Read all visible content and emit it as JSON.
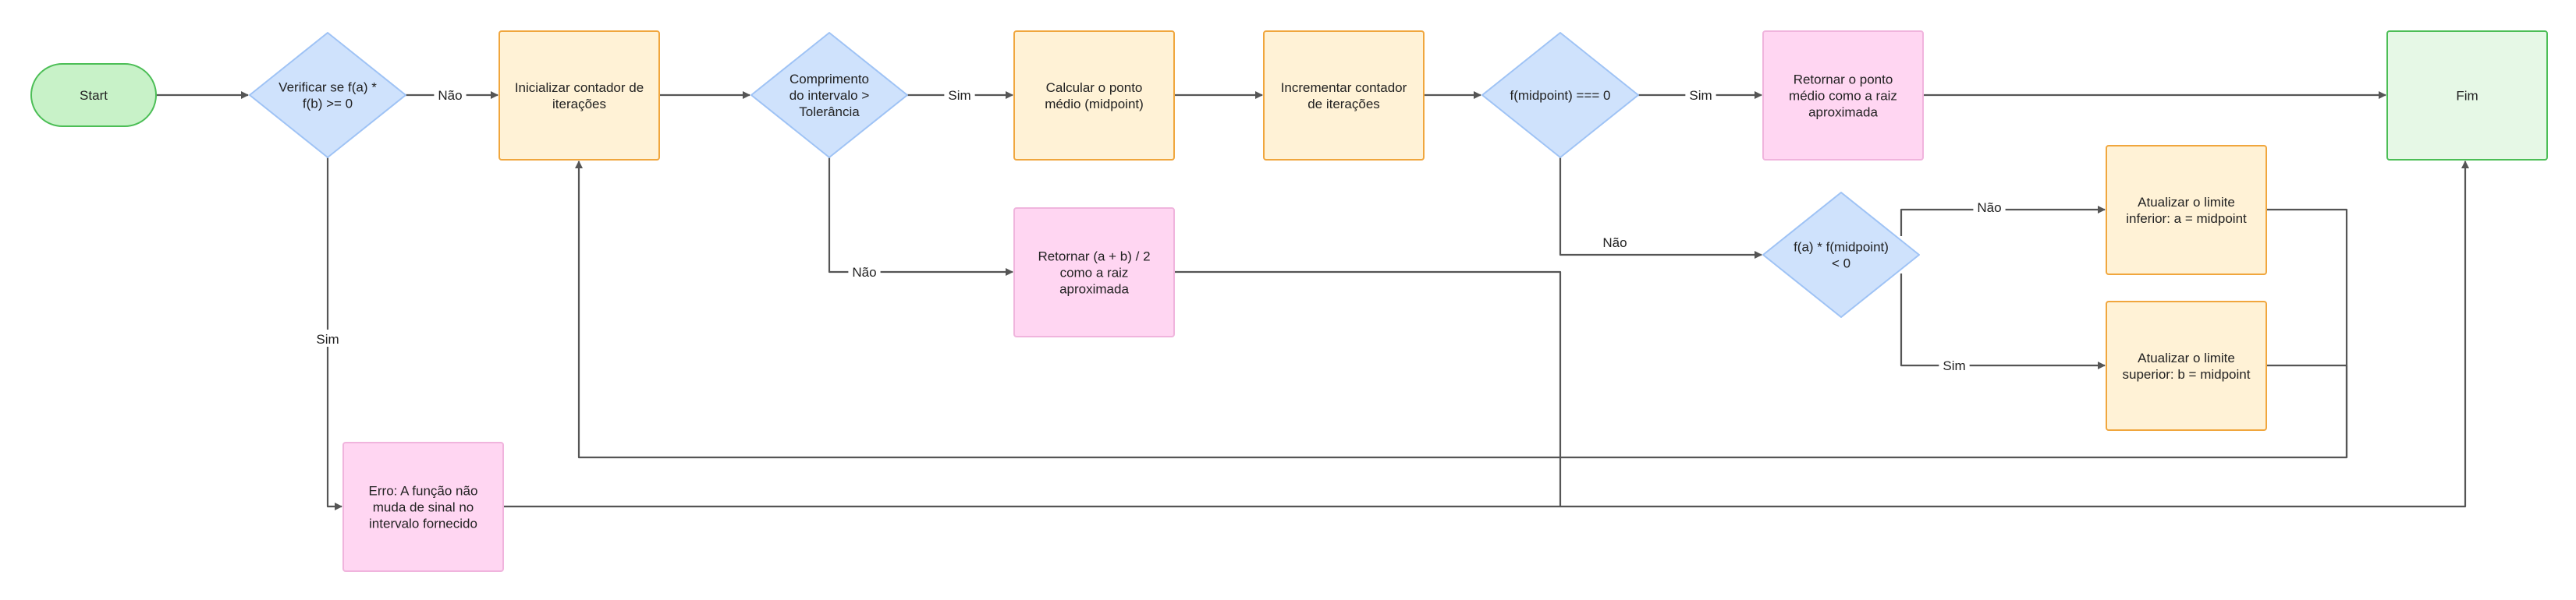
{
  "colors": {
    "terminal_fill": "#c8f2c8",
    "terminal_stroke": "#4cbe56",
    "end_fill": "#e6f8e6",
    "end_stroke": "#4cbe56",
    "decision_fill": "#cfe2fc",
    "decision_stroke": "#9fc3f5",
    "process_fill": "#fff2d6",
    "process_stroke": "#f0a63d",
    "output_fill": "#ffd6f2",
    "output_stroke": "#f0b4dd",
    "edge": "#555555"
  },
  "nodes": {
    "start": {
      "lines": [
        "Start"
      ]
    },
    "check_sign": {
      "lines": [
        "Verificar se f(a) *",
        "f(b) >= 0"
      ]
    },
    "init_counter": {
      "lines": [
        "Inicializar contador de",
        "iterações"
      ]
    },
    "interval_check": {
      "lines": [
        "Comprimento",
        "do intervalo >",
        "Tolerância"
      ]
    },
    "calc_midpoint": {
      "lines": [
        "Calcular o ponto",
        "médio (midpoint)"
      ]
    },
    "increment_counter": {
      "lines": [
        "Incrementar contador",
        "de iterações"
      ]
    },
    "midpoint_zero": {
      "lines": [
        "f(midpoint) === 0"
      ]
    },
    "return_midpoint": {
      "lines": [
        "Retornar o ponto",
        "médio como a raiz",
        "aproximada"
      ]
    },
    "end": {
      "lines": [
        "Fim"
      ]
    },
    "sign_check_mid": {
      "lines": [
        "f(a) * f(midpoint)",
        "&lt; 0"
      ]
    },
    "update_lower": {
      "lines": [
        "Atualizar o limite",
        "inferior: a = midpoint"
      ]
    },
    "update_upper": {
      "lines": [
        "Atualizar o limite",
        "superior: b = midpoint"
      ]
    },
    "return_average": {
      "lines": [
        "Retornar (a + b) / 2",
        "como a raiz",
        "aproximada"
      ]
    },
    "error": {
      "lines": [
        "Erro: A função não",
        "muda de sinal no",
        "intervalo fornecido"
      ]
    }
  },
  "edge_labels": {
    "check_no": "Não",
    "check_yes": "Sim",
    "interval_yes": "Sim",
    "interval_no": "Não",
    "midzero_yes": "Sim",
    "midzero_no": "Não",
    "signmid_no": "Não",
    "signmid_yes": "Sim"
  }
}
